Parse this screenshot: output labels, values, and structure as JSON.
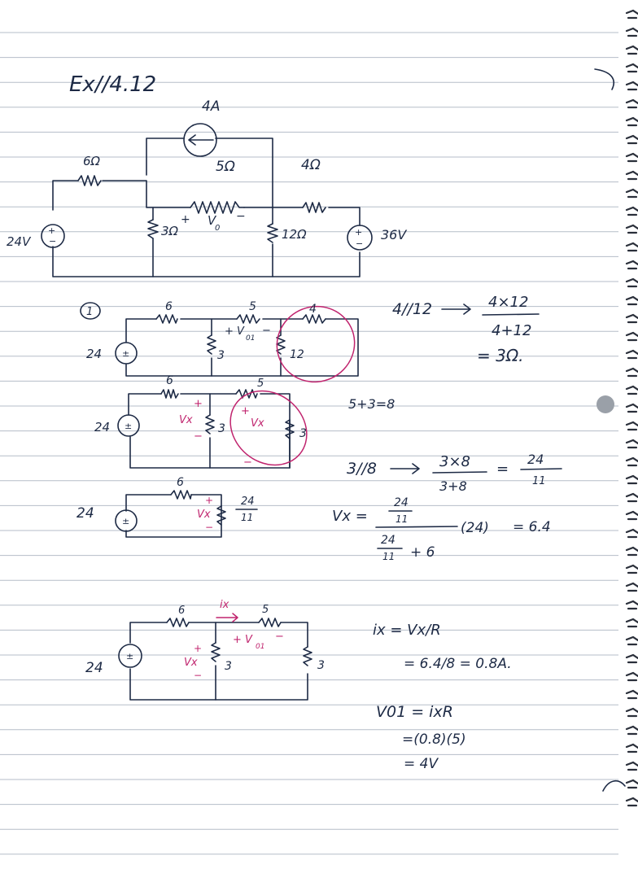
{
  "heading": "Ex//4.12",
  "circuit_original": {
    "current_source": "4A",
    "r_left": "6Ω",
    "r_mid": "5Ω",
    "r_right": "4Ω",
    "vo_plus": "+",
    "vo_label": "V",
    "vo_sub": "0",
    "vo_minus": "−",
    "v_left": "24V",
    "r_shunt1": "3Ω",
    "r_shunt2": "12Ω",
    "v_right": "36V"
  },
  "step1": {
    "index": "1",
    "r_left": "6",
    "r_mid": "5",
    "r_right": "4",
    "v": "24",
    "r_shunt1": "3",
    "r_shunt2": "12",
    "vo1": "+ V",
    "vo1_sub": "01",
    "calc_lhs": "4//12",
    "calc_num": "4×12",
    "calc_den": "4+12",
    "calc_result": "= 3Ω."
  },
  "step2": {
    "r_left": "6",
    "r_mid": "5",
    "v": "24",
    "r_shunt1": "3",
    "r_shunt2": "3",
    "vx": "Vx",
    "sum": "5+3=8",
    "par_lhs": "3//8",
    "par_num": "3×8",
    "par_den": "3+8",
    "par_res_num": "24",
    "par_res_den": "11"
  },
  "step3": {
    "r_left": "6",
    "v": "24",
    "vx": "Vx",
    "r_num": "24",
    "r_den": "11",
    "vx_lhs": "Vx =",
    "vx_frac_num": "24",
    "vx_frac_den": "11",
    "vx_den_plus": "+ 6",
    "vx_times": "(24)",
    "vx_result": "= 6.4"
  },
  "step4": {
    "r_left": "6",
    "r_mid": "5",
    "v": "24",
    "r_shunt1": "3",
    "r_shunt2": "3",
    "ix": "ix",
    "vx": "Vx",
    "vo1": "+ V",
    "vo1_sub": "01",
    "ix_eq": "ix = Vx/R",
    "ix_step": "= 6.4/8 = 0.8A.",
    "vo_eq": "V01 = ixR",
    "vo_step": "=(0.8)(5)",
    "vo_result": "= 4V"
  },
  "colors": {
    "ink": "#1d2a45",
    "pink": "#c0246e",
    "rule": "#b5bdc8"
  }
}
